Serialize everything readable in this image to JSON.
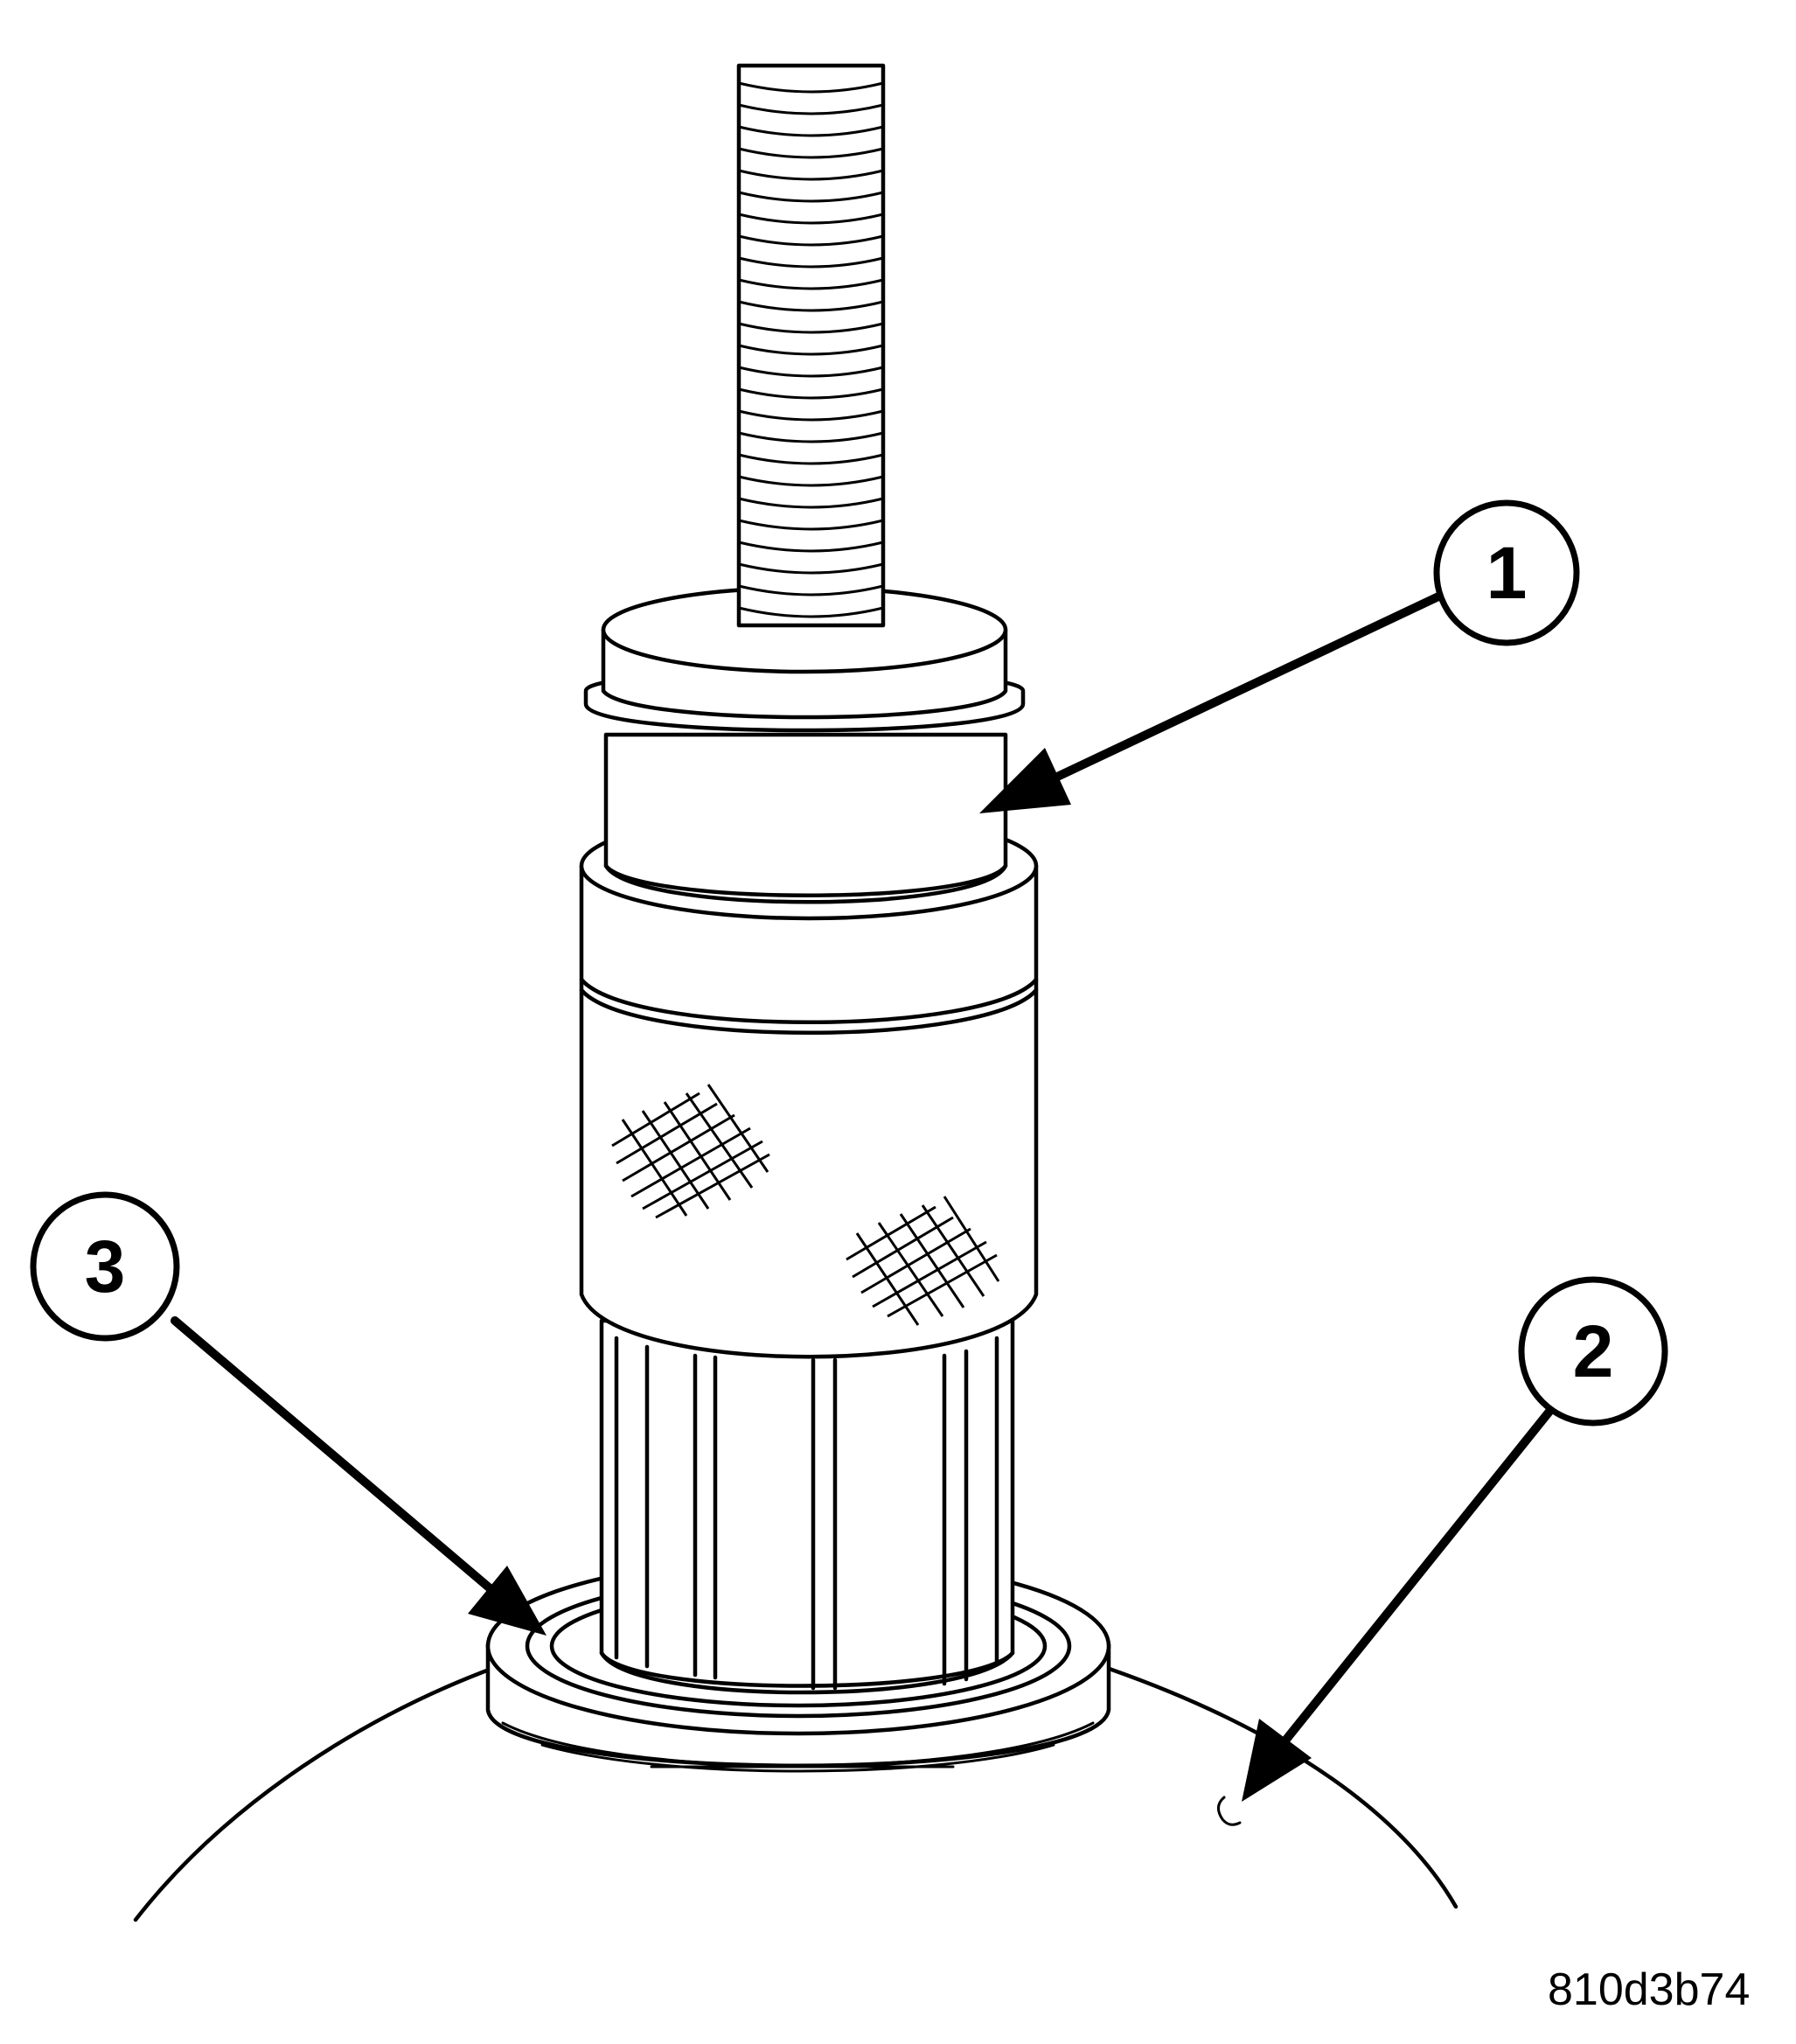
{
  "figure": {
    "code": "810d3b74",
    "callouts": [
      {
        "number": "1"
      },
      {
        "number": "2"
      },
      {
        "number": "3"
      }
    ]
  }
}
